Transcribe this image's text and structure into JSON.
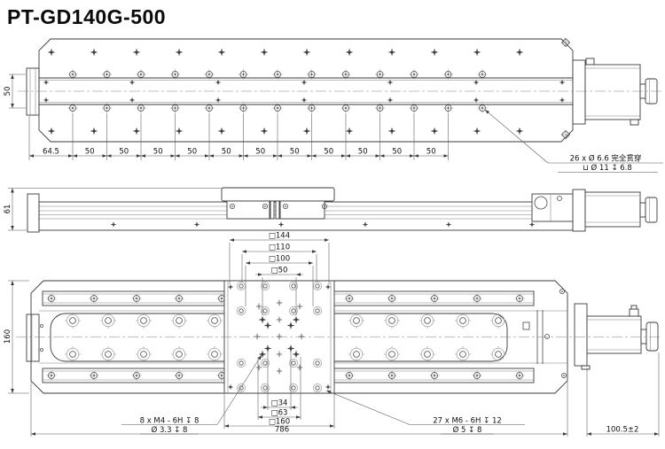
{
  "title": "PT-GD140G-500",
  "colors": {
    "background": "#ffffff",
    "line": "#3a3a3a",
    "text": "#111111"
  },
  "views": {
    "top": {
      "table_width_dim": "50",
      "segment_dims": [
        "64.5",
        "50",
        "50",
        "50",
        "50",
        "50",
        "50",
        "50",
        "50",
        "50",
        "50",
        "50"
      ],
      "hole_note": {
        "line1": "26 x Ø 6.6 完全贯穿",
        "line2": "⊔ Ø 11 ↧ 6.8"
      }
    },
    "side": {
      "height_dim": "61"
    },
    "bottom": {
      "width_dim": "160",
      "upper_dims": [
        "□144",
        "□110",
        "□100",
        "□50"
      ],
      "lower_dims": [
        "□34",
        "□63",
        "□160",
        "786"
      ],
      "m4_note": {
        "line1": "8 x M4 - 6H ↧ 8",
        "line2": "Ø 3.3 ↧ 8"
      },
      "m6_note": {
        "line1": "27 x M6 - 6H ↧ 12",
        "line2": "Ø 5 ↧ 8"
      },
      "motor_length_dim": "100.5±2"
    }
  }
}
